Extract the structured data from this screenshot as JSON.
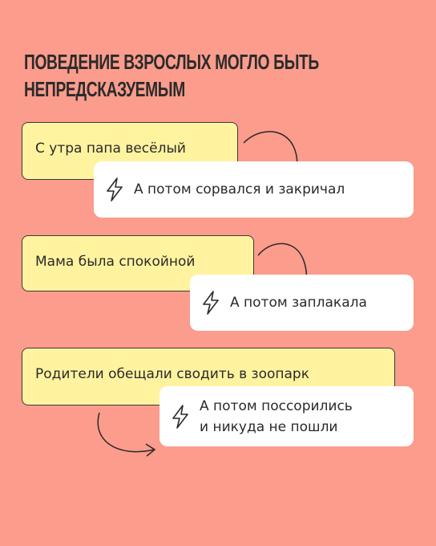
{
  "title": {
    "line1": "ПОВЕДЕНИЕ ВЗРОСЛЫХ МОГЛО БЫТЬ",
    "line2": "НЕПРЕДСКАЗУЕМЫМ"
  },
  "examples": [
    {
      "before": "С утра папа весёлый",
      "after": "А потом сорвался и закричал"
    },
    {
      "before": "Мама была спокойной",
      "after": "А потом заплакала"
    },
    {
      "before": "Родители обещали сводить в зоопарк",
      "after_line1": "А потом поссорились",
      "after_line2": "и никуда не пошли"
    }
  ],
  "icons": {
    "after": "lightning-icon",
    "transition": "curved-arrow-icon"
  },
  "colors": {
    "background": "#fb9c8c",
    "card_before": "#fff3a0",
    "card_after": "#ffffff",
    "text": "#2a2a2a"
  }
}
